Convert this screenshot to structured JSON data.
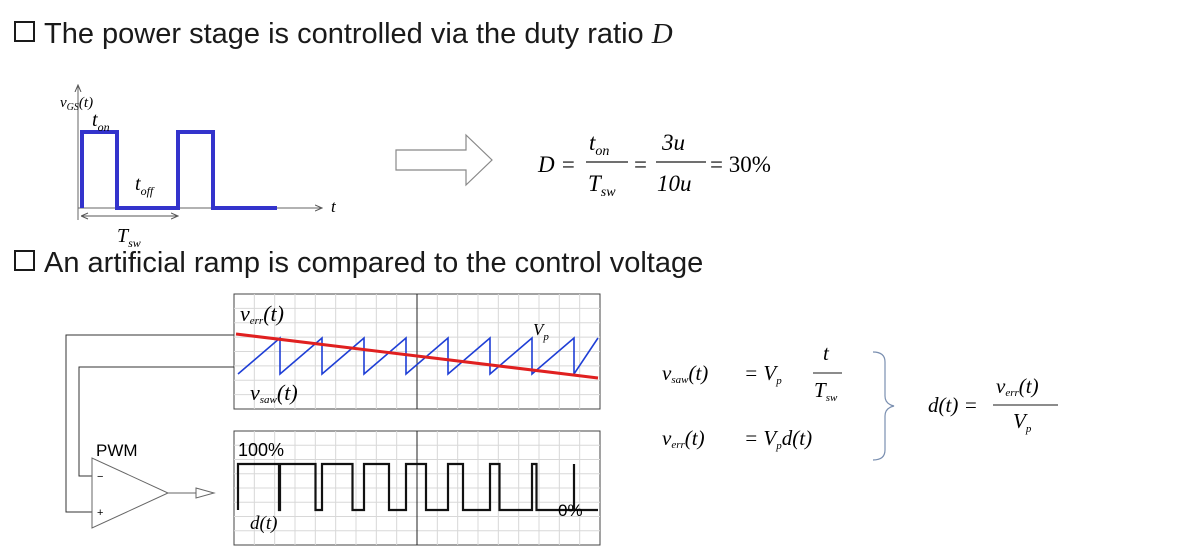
{
  "bullet1": {
    "text": "The power stage is controlled via the duty ratio ",
    "symbol": "D"
  },
  "bullet2": {
    "text": "An artificial ramp is compared to the control voltage"
  },
  "gate": {
    "ylabel_base": "v",
    "ylabel_sub": "GS",
    "ylabel_arg": "(t)",
    "ton_base": "t",
    "ton_sub": "on",
    "toff_base": "t",
    "toff_sub": "off",
    "tsw_base": "T",
    "tsw_sub": "sw",
    "x_axis": "t",
    "line_color": "#3333cc"
  },
  "duty_eq": {
    "lhs": "D =",
    "num1_base": "t",
    "num1_sub": "on",
    "den1_base": "T",
    "den1_sub": "sw",
    "eq2": "=",
    "num2": "3u",
    "den2": "10u",
    "eq3": "= 30%"
  },
  "ramp_scope": {
    "verr_base": "v",
    "verr_sub": "err",
    "verr_arg": "(t)",
    "vsaw_base": "v",
    "vsaw_sub": "saw",
    "vsaw_arg": "(t)",
    "vp_base": "V",
    "vp_sub": "p",
    "saw_color": "#1f3fd6",
    "err_color": "#e02020"
  },
  "pwm": {
    "label": "PWM",
    "minus": "−",
    "plus": "+"
  },
  "duty_scope": {
    "top_label": "100%",
    "bottom_label": "0%",
    "d_label": "d",
    "d_arg": "(t)"
  },
  "equations": {
    "vsaw_lhs_base": "v",
    "vsaw_lhs_sub": "saw",
    "vsaw_lhs_arg": "(t)",
    "vsaw_rhs_base": "= V",
    "vsaw_rhs_sub": "p",
    "vsaw_num": "t",
    "vsaw_den_base": "T",
    "vsaw_den_sub": "sw",
    "verr_lhs_base": "v",
    "verr_lhs_sub": "err",
    "verr_lhs_arg": "(t)",
    "verr_rhs_base": "= V",
    "verr_rhs_sub": "p",
    "verr_rhs_tail": "d(t)",
    "d_lhs": "d(t) =",
    "d_num_base": "v",
    "d_num_sub": "err",
    "d_num_arg": "(t)",
    "d_den_base": "V",
    "d_den_sub": "p"
  }
}
